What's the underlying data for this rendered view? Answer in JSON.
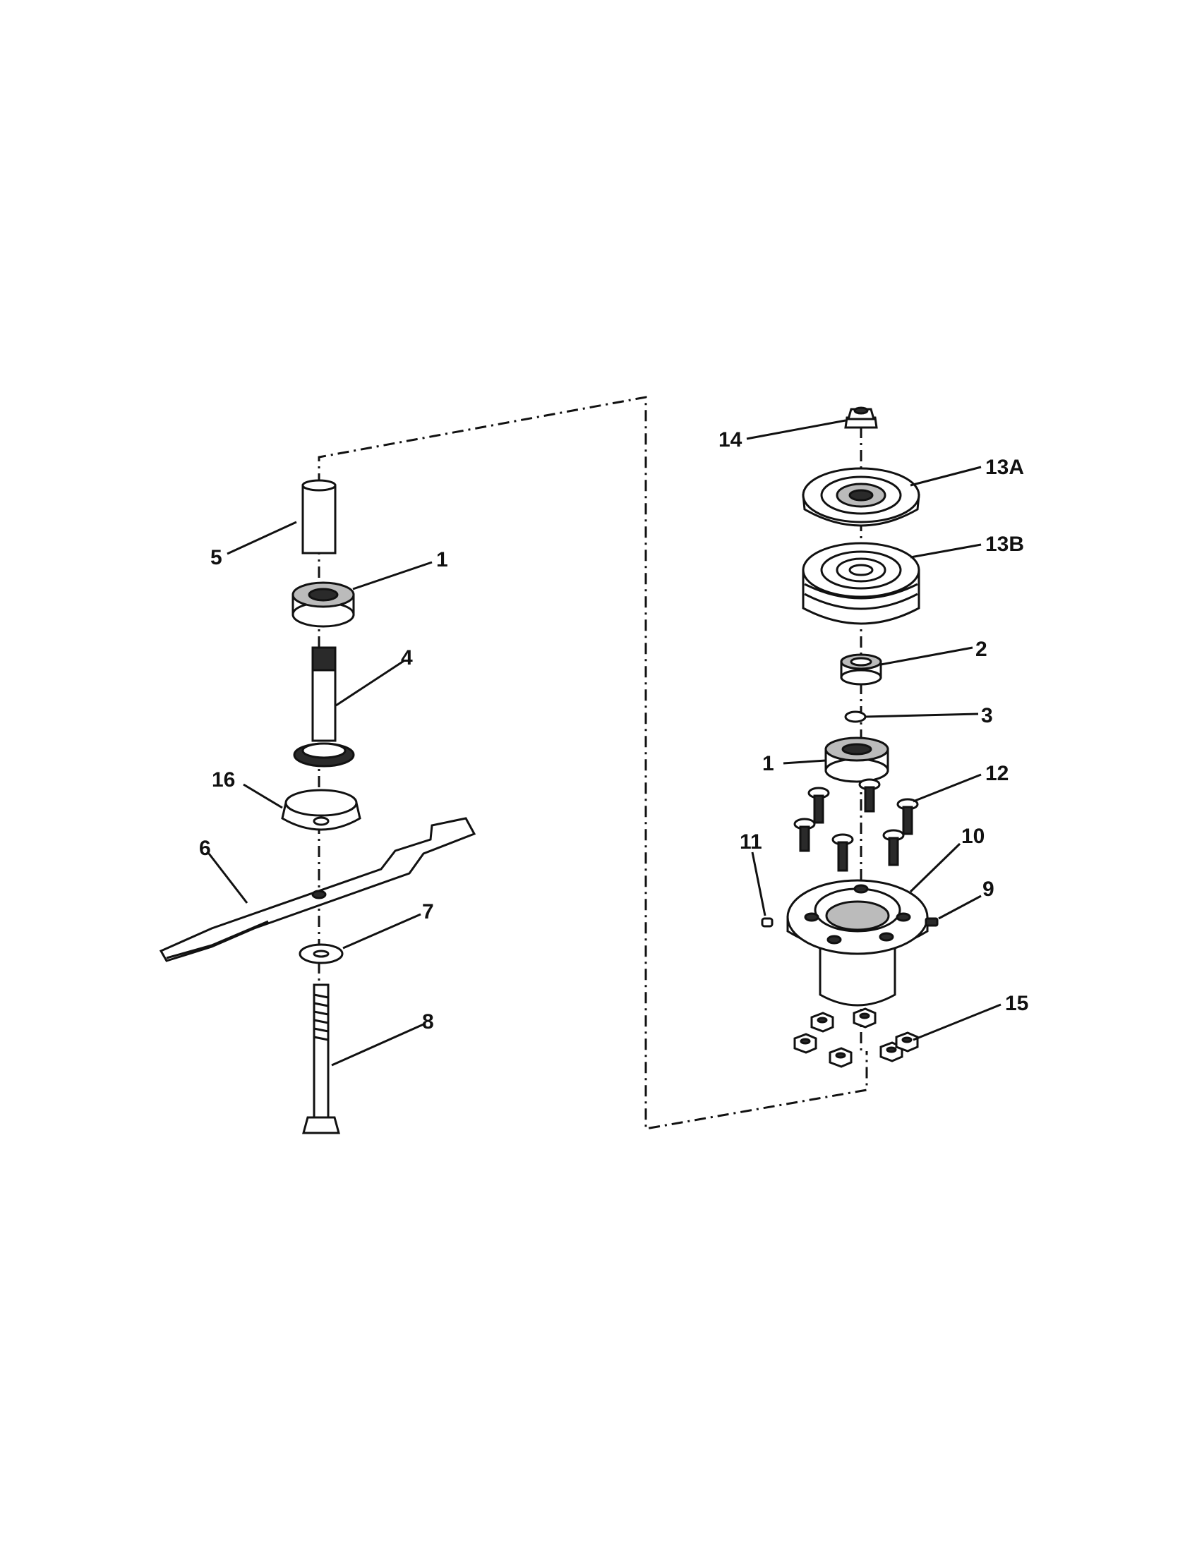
{
  "callouts": [
    {
      "id": "14",
      "label": "14"
    },
    {
      "id": "13A",
      "label": "13A"
    },
    {
      "id": "13B",
      "label": "13B"
    },
    {
      "id": "5",
      "label": "5"
    },
    {
      "id": "1-left",
      "label": "1"
    },
    {
      "id": "2",
      "label": "2"
    },
    {
      "id": "4",
      "label": "4"
    },
    {
      "id": "3",
      "label": "3"
    },
    {
      "id": "1-right",
      "label": "1"
    },
    {
      "id": "16",
      "label": "16"
    },
    {
      "id": "12",
      "label": "12"
    },
    {
      "id": "6",
      "label": "6"
    },
    {
      "id": "11",
      "label": "11"
    },
    {
      "id": "10",
      "label": "10"
    },
    {
      "id": "9",
      "label": "9"
    },
    {
      "id": "7",
      "label": "7"
    },
    {
      "id": "15",
      "label": "15"
    },
    {
      "id": "8",
      "label": "8"
    }
  ]
}
